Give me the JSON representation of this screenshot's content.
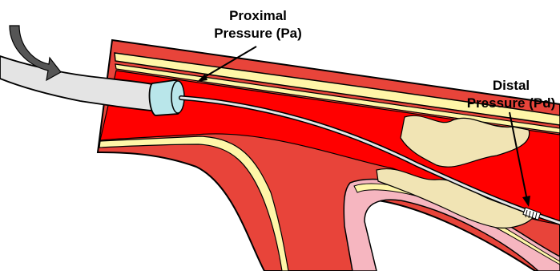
{
  "labels": {
    "proximal": {
      "line1": "Proximal",
      "line2": "Pressure (Pa)"
    },
    "distal": {
      "line1": "Distal",
      "line2": "Pressure (Pd)"
    }
  },
  "colors": {
    "lumen": "#ff0000",
    "vessel_wall": "#e8443a",
    "intima_layer": "#fff6a8",
    "outline": "#000000",
    "plaque": "#f1e4b4",
    "catheter": "#e4e4e4",
    "catheter_tip": "#b9e6ea",
    "branch_inner": "#f6b6c0"
  }
}
